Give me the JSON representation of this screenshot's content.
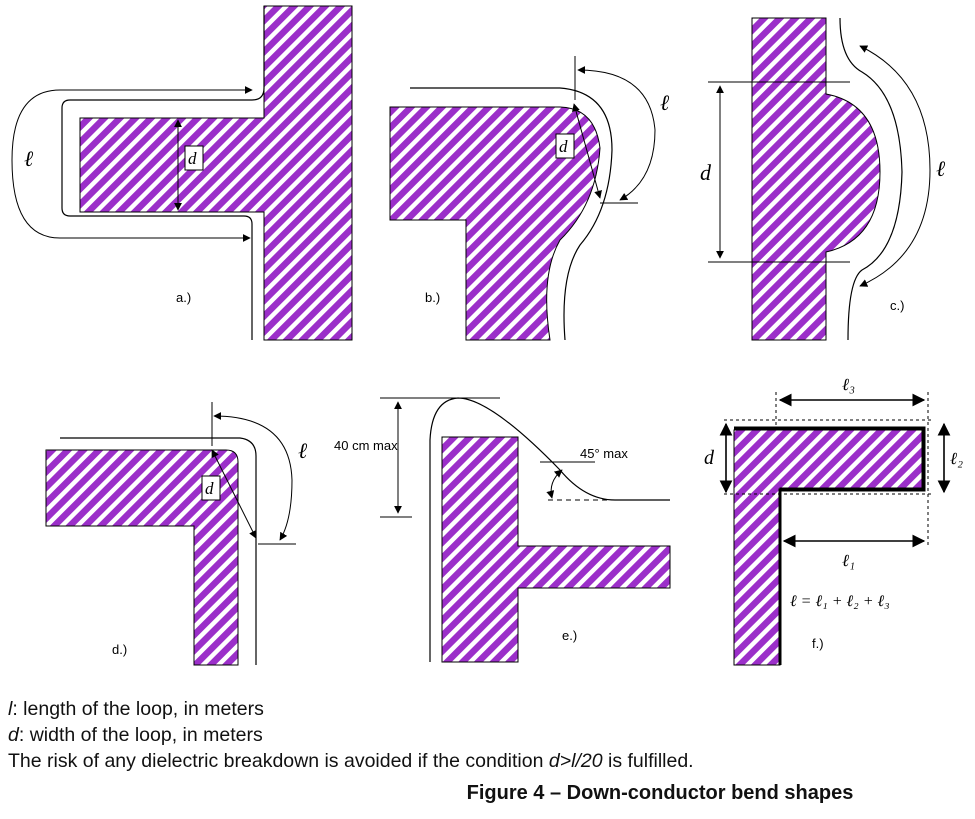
{
  "panels": {
    "a": {
      "label": "a.)",
      "l": "ℓ",
      "d": "d"
    },
    "b": {
      "label": "b.)",
      "l": "ℓ",
      "d": "d"
    },
    "c": {
      "label": "c.)",
      "l": "ℓ",
      "d": "d"
    },
    "d": {
      "label": "d.)",
      "l": "ℓ",
      "d": "d"
    },
    "e": {
      "label": "e.)",
      "height": "40 cm max",
      "angle": "45° max"
    },
    "f": {
      "label": "f.)",
      "l1": "ℓ₁",
      "l2": "ℓ₂",
      "l3": "ℓ₃",
      "d": "d",
      "formula": "ℓ = ℓ₁ + ℓ₂ + ℓ₃"
    }
  },
  "legend": {
    "l_symbol": "l",
    "l_text": ": length of the loop, in meters",
    "d_symbol": "d",
    "d_text": ": width of the loop, in meters",
    "condition_pre": "The risk of any dielectric breakdown is avoided if the condition ",
    "condition_expr": "d>l/20",
    "condition_post": " is fulfilled."
  },
  "caption": "Figure 4 – Down-conductor bend shapes",
  "colors": {
    "hatch": "#9b2fc9",
    "line": "#000000"
  }
}
